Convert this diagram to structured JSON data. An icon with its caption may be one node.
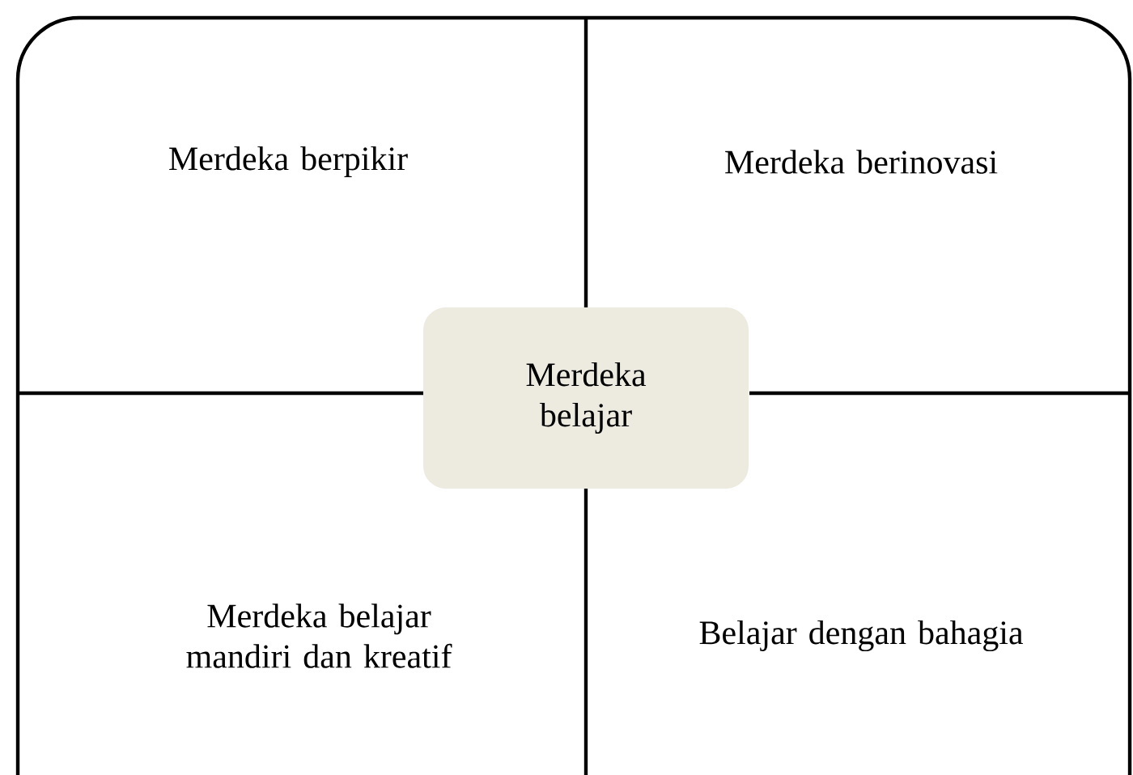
{
  "diagram": {
    "nodes": [
      {
        "text": [
          "Merdeka berpikir"
        ]
      },
      {
        "text": [
          "Merdeka berinovasi"
        ]
      },
      {
        "text": [
          "Merdeka belajar"
        ]
      },
      {
        "text": [
          "Merdeka belajar mandiri dan kreatif"
        ]
      },
      {
        "text": [
          "Belajar dengan bahagia"
        ]
      }
    ]
  }
}
